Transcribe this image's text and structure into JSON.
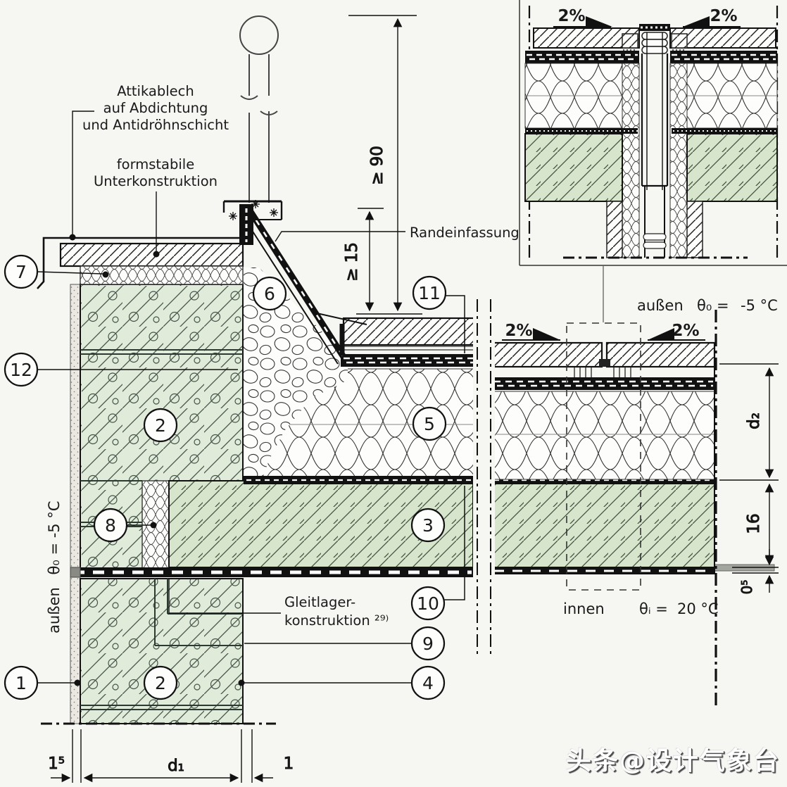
{
  "inset": {
    "slope_left": "2%",
    "slope_right": "2%"
  },
  "roof": {
    "slope_left": "2%",
    "slope_right": "2%",
    "outside": "außen",
    "theta_out": "θ₀ =",
    "temp_out": "-5 °C",
    "inside": "innen",
    "theta_in": "θᵢ =",
    "temp_in": "20 °C"
  },
  "wall": {
    "outside_vertical": "außen",
    "theta_vertical": "θ₀ = -5 °C"
  },
  "annotations": {
    "attikablech_line1": "Attikablech",
    "attikablech_line2": "auf Abdichtung",
    "attikablech_line3": "und Antidröhnschicht",
    "unterkonstruktion_line1": "formstabile",
    "unterkonstruktion_line2": "Unterkonstruktion",
    "randeinfassung": "Randeinfassung",
    "gleitlager_line1": "Gleitlager-",
    "gleitlager_line2": "konstruktion ²⁹⁾"
  },
  "dimensions": {
    "rail_height": "≥ 90",
    "edge_height": "≥ 15",
    "insulation_thickness": "d₂",
    "slab_thickness": "16",
    "layer_thin": "0⁵",
    "render_thickness": "1⁵",
    "wall_thickness": "d₁",
    "joint_width": "1"
  },
  "callouts": {
    "flashing": "7",
    "render": "12",
    "masonry_top": "2",
    "joint_insulation": "8",
    "wedge": "6",
    "edge_strip": "11",
    "roof_insulation": "5",
    "slab": "3",
    "separating_layer": "10",
    "bearing": "9",
    "outer_render": "1",
    "masonry_bottom": "2",
    "wall_edge": "4"
  },
  "colors": {
    "masonry_green": "#e0ebd9",
    "slab_green": "#d7e5cc",
    "ink": "#1a1a1a"
  },
  "watermark": "头条@设计气象台"
}
